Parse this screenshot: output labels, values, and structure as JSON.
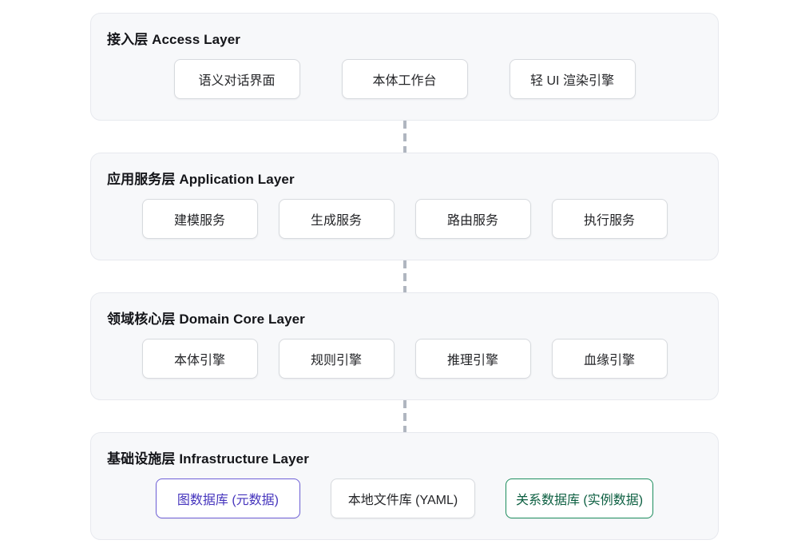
{
  "colors": {
    "page_bg": "#ffffff",
    "panel_bg": "#f7f8fa",
    "panel_border": "#e7e9ee",
    "box_bg": "#ffffff",
    "box_border": "#d7dade",
    "title_text": "#141519",
    "box_text": "#242528",
    "purple_border": "#6e5fd6",
    "purple_text": "#4534bd",
    "green_border": "#1f8f5f",
    "green_text": "#0c5f41",
    "connector_dash": "#b0b6c0"
  },
  "connector": {
    "style": "vertical-dashed",
    "dash_count": 3
  },
  "layers": [
    {
      "id": "access",
      "title": "接入层 Access Layer",
      "boxes": [
        {
          "label": "语义对话界面",
          "variant": "default"
        },
        {
          "label": "本体工作台",
          "variant": "default"
        },
        {
          "label": "轻 UI 渲染引擎",
          "variant": "default"
        }
      ]
    },
    {
      "id": "application",
      "title": "应用服务层 Application Layer",
      "boxes": [
        {
          "label": "建模服务",
          "variant": "default"
        },
        {
          "label": "生成服务",
          "variant": "default"
        },
        {
          "label": "路由服务",
          "variant": "default"
        },
        {
          "label": "执行服务",
          "variant": "default"
        }
      ]
    },
    {
      "id": "domain-core",
      "title": "领域核心层 Domain Core Layer",
      "boxes": [
        {
          "label": "本体引擎",
          "variant": "default"
        },
        {
          "label": "规则引擎",
          "variant": "default"
        },
        {
          "label": "推理引擎",
          "variant": "default"
        },
        {
          "label": "血缘引擎",
          "variant": "default"
        }
      ]
    },
    {
      "id": "infrastructure",
      "title": "基础设施层 Infrastructure Layer",
      "boxes": [
        {
          "label": "图数据库 (元数据)",
          "variant": "purple"
        },
        {
          "label": "本地文件库 (YAML)",
          "variant": "default"
        },
        {
          "label": "关系数据库 (实例数据)",
          "variant": "green"
        }
      ]
    }
  ]
}
